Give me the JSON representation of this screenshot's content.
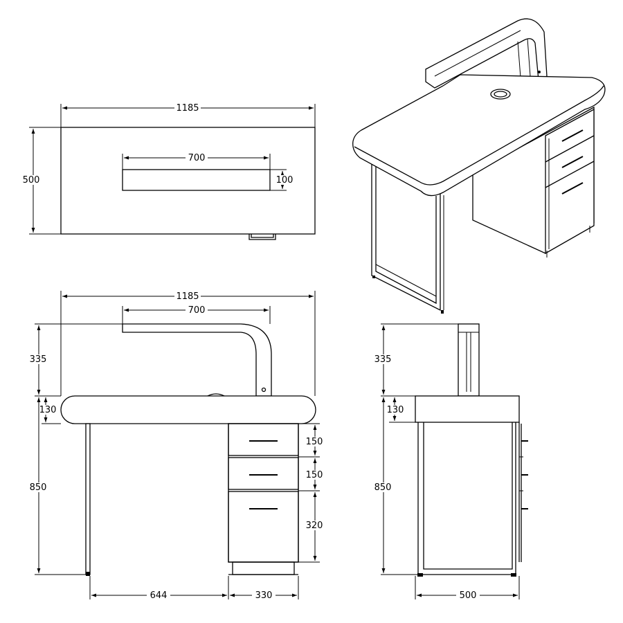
{
  "colors": {
    "line": "#000000",
    "background": "#ffffff"
  },
  "top_view": {
    "width_label": "1185",
    "depth_label": "500",
    "slot_length_label": "700",
    "slot_width_label": "100"
  },
  "front_view": {
    "width_label": "1185",
    "lamp_length_label": "700",
    "lamp_height_label": "335",
    "top_thickness_label": "130",
    "height_label": "850",
    "drawer1_label": "150",
    "drawer2_label": "150",
    "drawer3_label": "320",
    "leg_span_label": "644",
    "cabinet_width_label": "330"
  },
  "side_view": {
    "lamp_height_label": "335",
    "top_thickness_label": "130",
    "height_label": "850",
    "depth_label": "500"
  }
}
